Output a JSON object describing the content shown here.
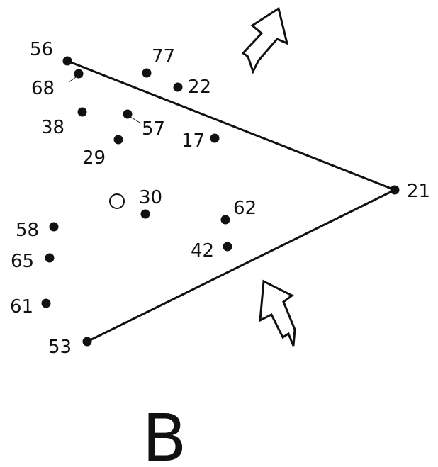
{
  "panel_label": "B",
  "colors": {
    "ink": "#111111",
    "paper": "#ffffff"
  },
  "points": [
    {
      "id": "56",
      "label": "56",
      "filled": true
    },
    {
      "id": "68",
      "label": "68",
      "filled": true
    },
    {
      "id": "77",
      "label": "77",
      "filled": true
    },
    {
      "id": "22",
      "label": "22",
      "filled": true
    },
    {
      "id": "38",
      "label": "38",
      "filled": true
    },
    {
      "id": "57",
      "label": "57",
      "filled": true
    },
    {
      "id": "17",
      "label": "17",
      "filled": true
    },
    {
      "id": "29",
      "label": "29",
      "filled": true
    },
    {
      "id": "30",
      "label": "30",
      "filled": true
    },
    {
      "id": "open",
      "label": "",
      "filled": false
    },
    {
      "id": "21",
      "label": "21",
      "filled": true
    },
    {
      "id": "62",
      "label": "62",
      "filled": true
    },
    {
      "id": "42",
      "label": "42",
      "filled": true
    },
    {
      "id": "58",
      "label": "58",
      "filled": true
    },
    {
      "id": "65",
      "label": "65",
      "filled": true
    },
    {
      "id": "61",
      "label": "61",
      "filled": true
    },
    {
      "id": "53",
      "label": "53",
      "filled": true
    }
  ],
  "connections": [
    {
      "from": "56",
      "to": "21"
    },
    {
      "from": "21",
      "to": "53"
    }
  ],
  "arrows": [
    {
      "name": "arrow-top",
      "direction": "up-right"
    },
    {
      "name": "arrow-bottom",
      "direction": "down-right"
    }
  ]
}
